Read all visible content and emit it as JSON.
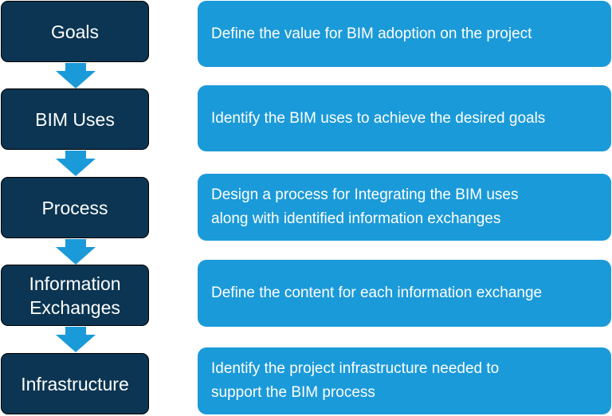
{
  "colors": {
    "step_box": "#0b3552",
    "description_box": "#1b9ad9",
    "arrow": "#1b9ad9",
    "text": "#ffffff"
  },
  "steps": [
    {
      "label": "Goals",
      "description": "Define the value for BIM adoption on the project"
    },
    {
      "label": "BIM Uses",
      "description": "Identify the BIM uses to achieve the desired goals"
    },
    {
      "label": "Process",
      "description": "Design a process for Integrating the BIM uses\nalong with identified information exchanges"
    },
    {
      "label": "Information\nExchanges",
      "description": "Define the content for each information exchange"
    },
    {
      "label": "Infrastructure",
      "description": "Identify the project infrastructure needed to\nsupport the BIM process"
    }
  ],
  "arrow_icon": "down-arrow-icon"
}
